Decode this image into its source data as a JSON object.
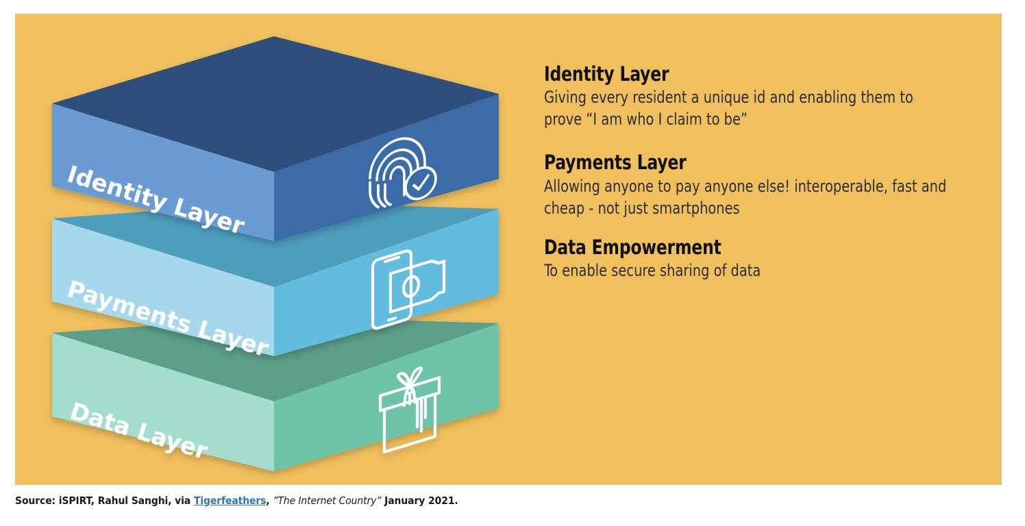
{
  "panel": {
    "background_color": "#f0bf5e"
  },
  "stack": {
    "name": "india-stack-layers",
    "layers": [
      {
        "id": "identity",
        "label": "Identity Layer",
        "icon": "fingerprint-verified-icon",
        "top_face_color": "#2d4f7c",
        "left_face_color": "#6b9bd2",
        "right_face_color": "#3a6ca8"
      },
      {
        "id": "payments",
        "label": "Payments Layer",
        "icon": "mobile-payment-icon",
        "top_face_color": "#4e9dbc",
        "left_face_color": "#a5d8ea",
        "right_face_color": "#62bcdd"
      },
      {
        "id": "data",
        "label": "Data Layer",
        "icon": "gift-box-icon",
        "top_face_color": "#5b9e8a",
        "left_face_color": "#a3ddcd",
        "right_face_color": "#6ec4a8"
      }
    ]
  },
  "descriptions": [
    {
      "id": "identity",
      "title": "Identity Layer",
      "body": "Giving every resident a unique id and enabling them to prove “I am who I claim to be”"
    },
    {
      "id": "payments",
      "title": "Payments Layer",
      "body": "Allowing anyone to pay anyone else! interoperable, fast and cheap - not just smartphones"
    },
    {
      "id": "data",
      "title": "Data Empowerment",
      "body": "To enable secure sharing of data"
    }
  ],
  "source": {
    "lead": "Source:  iSPIRT, Rahul Sanghi, via ",
    "link_text": "Tigerfeathers",
    "mid": ", ",
    "italic_text": "”The Internet Country”",
    "tail": " January 2021.",
    "link_color": "#2e74b5"
  }
}
